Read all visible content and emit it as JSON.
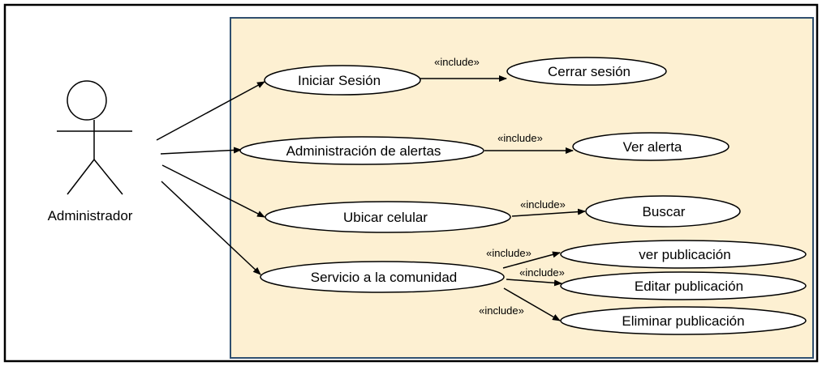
{
  "colors": {
    "system_fill": "#fdf0d2",
    "system_stroke": "#2f4f6f",
    "outer_stroke": "#000000",
    "ellipse_fill": "#ffffff",
    "line": "#000000"
  },
  "actor": {
    "label": "Administrador"
  },
  "use_cases": {
    "iniciar_sesion": "Iniciar Sesión",
    "cerrar_sesion": "Cerrar sesión",
    "administracion_alertas": "Administración de alertas",
    "ver_alerta": "Ver alerta",
    "ubicar_celular": "Ubicar celular",
    "buscar": "Buscar",
    "servicio_comunidad": "Servicio a la comunidad",
    "ver_publicacion": "ver publicación",
    "editar_publicacion": "Editar publicación",
    "eliminar_publicacion": "Eliminar publicación"
  },
  "relations": {
    "include_1": "«include»",
    "include_2": "«include»",
    "include_3": "«include»",
    "include_4": "«include»",
    "include_5": "«include»",
    "include_6": "«include»"
  }
}
